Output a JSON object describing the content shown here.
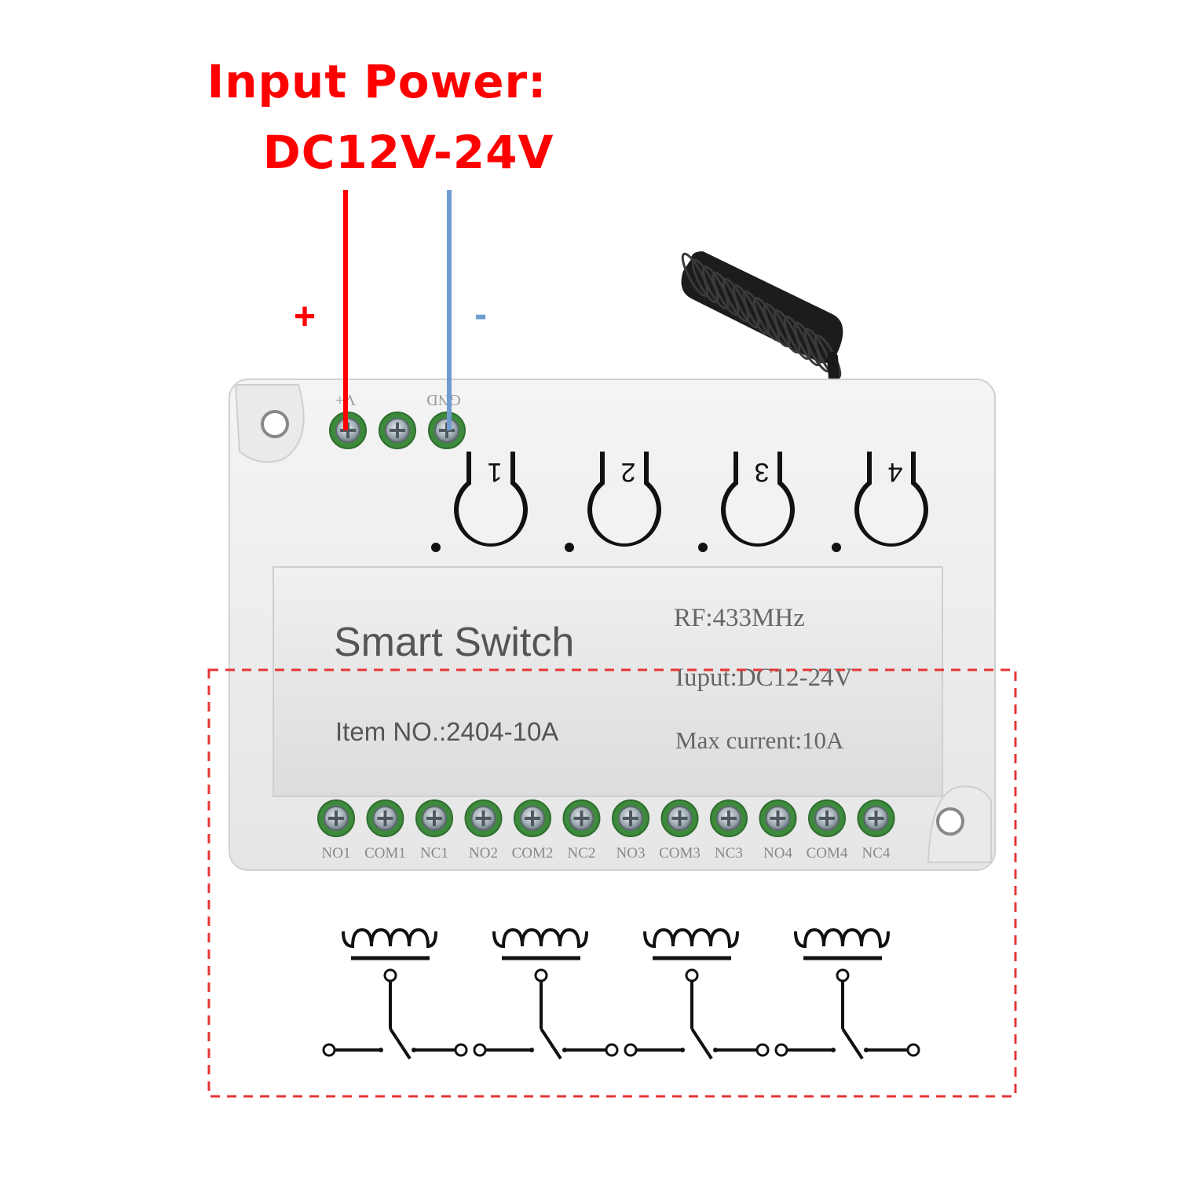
{
  "header": {
    "title_line1": "Input Power:",
    "title_line2": "DC12V-24V"
  },
  "power_leads": {
    "plus_label": "+",
    "minus_label": "-",
    "plus_color": "#ff0000",
    "minus_color": "#6f9ccf"
  },
  "module": {
    "power_terminal_labels": [
      "V+",
      "GND"
    ],
    "channel_numbers": [
      "1",
      "2",
      "3",
      "4"
    ],
    "label_panel": {
      "name": "Smart Switch",
      "item_no": "Item NO.:2404-10A",
      "rf": "RF:433MHz",
      "input": "Iuput:DC12-24V",
      "max_current": "Max current:10A"
    },
    "output_terminals": [
      "NO1",
      "COM1",
      "NC1",
      "NO2",
      "COM2",
      "NC2",
      "NO3",
      "COM3",
      "NC3",
      "NO4",
      "COM4",
      "NC4"
    ],
    "terminal_color": "#3d8a3d"
  },
  "highlight": {
    "border_color": "#e53535",
    "style": "dashed"
  },
  "relay_symbols": {
    "count": 4
  }
}
